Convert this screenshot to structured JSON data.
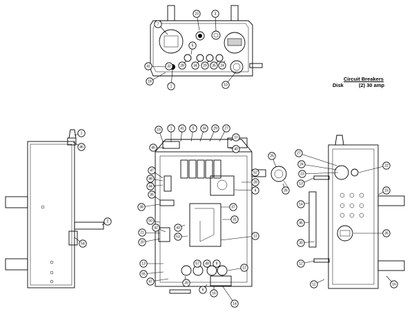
{
  "breaker_note": {
    "title": "Circuit Breakers",
    "type": "Disk",
    "rating": "(2) 30 amp"
  },
  "callouts": {
    "top_view": [
      "7",
      "23",
      "3",
      "5",
      "32",
      "41",
      "18",
      "1",
      "28",
      "34",
      "29",
      "35",
      "24",
      "10"
    ],
    "left_view": [
      "1",
      "46",
      "2",
      "54"
    ],
    "front_view": [
      "19",
      "1",
      "41",
      "5",
      "34",
      "29",
      "27",
      "10",
      "40",
      "45",
      "47",
      "48",
      "44",
      "36",
      "38",
      "50",
      "21",
      "20",
      "13",
      "55",
      "47b",
      "42",
      "43",
      "53",
      "31",
      "37",
      "52",
      "28",
      "4",
      "11",
      "12",
      "57",
      "49",
      "9",
      "39",
      "6",
      "16",
      "14"
    ],
    "right_view": [
      "27",
      "24",
      "23",
      "22",
      "13",
      "14",
      "15",
      "35",
      "45",
      "30",
      "12",
      "11",
      "16"
    ],
    "side_parts": [
      "25",
      "26"
    ]
  }
}
